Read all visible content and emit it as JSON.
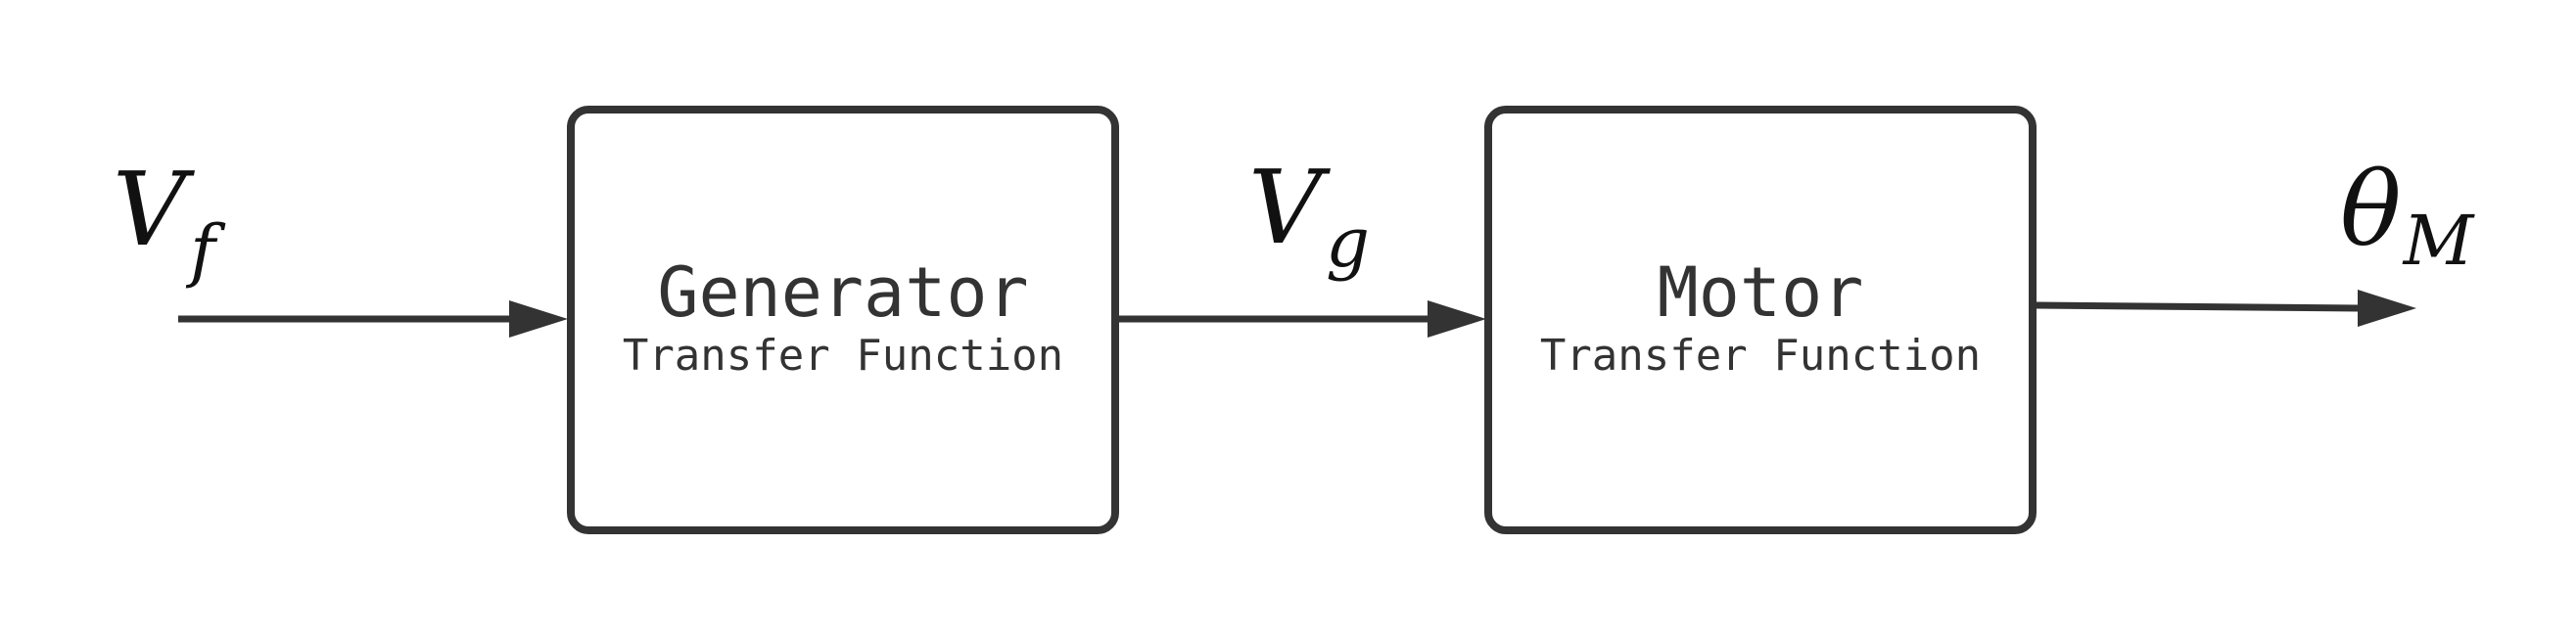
{
  "blocks": {
    "generator": {
      "title": "Generator",
      "subtitle": "Transfer Function"
    },
    "motor": {
      "title": "Motor",
      "subtitle": "Transfer Function"
    }
  },
  "signals": {
    "input": {
      "symbol": "V",
      "subscript": "f"
    },
    "intermediate": {
      "symbol": "V",
      "subscript": "g"
    },
    "output": {
      "symbol": "θ",
      "subscript": "M"
    }
  },
  "colors": {
    "stroke": "#333333",
    "background": "#ffffff"
  }
}
